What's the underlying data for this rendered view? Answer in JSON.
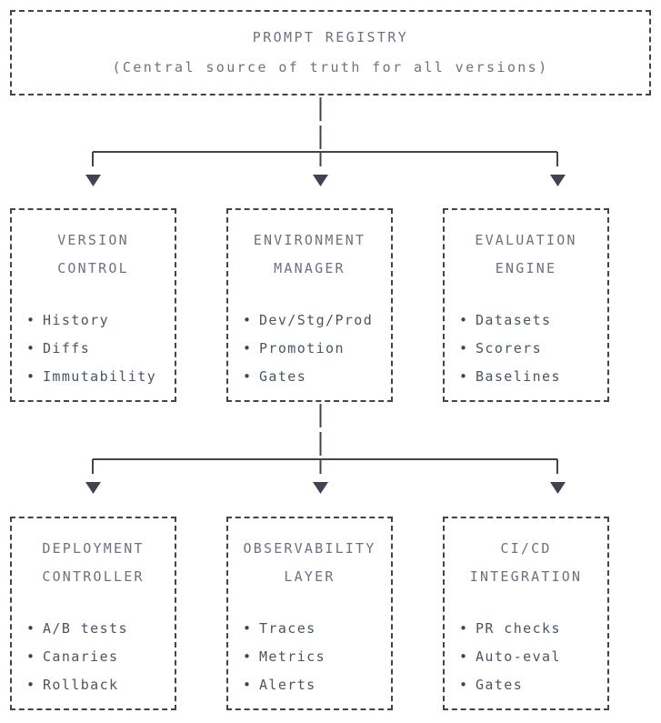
{
  "diagram": {
    "type": "flowchart",
    "orientation": "top-down",
    "root": {
      "id": "prompt-registry",
      "title": "PROMPT REGISTRY",
      "subtitle": "(Central source of truth for all versions)"
    },
    "rows": [
      {
        "row": 1,
        "nodes": [
          {
            "id": "version-control",
            "title_line1": "VERSION",
            "title_line2": "CONTROL",
            "items": [
              "History",
              "Diffs",
              "Immutability"
            ]
          },
          {
            "id": "environment-manager",
            "title_line1": "ENVIRONMENT",
            "title_line2": "MANAGER",
            "items": [
              "Dev/Stg/Prod",
              "Promotion",
              "Gates"
            ]
          },
          {
            "id": "evaluation-engine",
            "title_line1": "EVALUATION",
            "title_line2": "ENGINE",
            "items": [
              "Datasets",
              "Scorers",
              "Baselines"
            ]
          }
        ]
      },
      {
        "row": 2,
        "nodes": [
          {
            "id": "deployment-controller",
            "title_line1": "DEPLOYMENT",
            "title_line2": "CONTROLLER",
            "items": [
              "A/B tests",
              "Canaries",
              "Rollback"
            ]
          },
          {
            "id": "observability-layer",
            "title_line1": "OBSERVABILITY",
            "title_line2": "LAYER",
            "items": [
              "Traces",
              "Metrics",
              "Alerts"
            ]
          },
          {
            "id": "cicd-integration",
            "title_line1": "CI/CD",
            "title_line2": "INTEGRATION",
            "items": [
              "PR checks",
              "Auto-eval",
              "Gates"
            ]
          }
        ]
      }
    ],
    "colors": {
      "background": "#ffffff",
      "border": "#3f4450",
      "title_text": "#6b7280",
      "item_text": "#4b5563",
      "connector": "#3f4450",
      "arrow": "#3f4450"
    }
  }
}
